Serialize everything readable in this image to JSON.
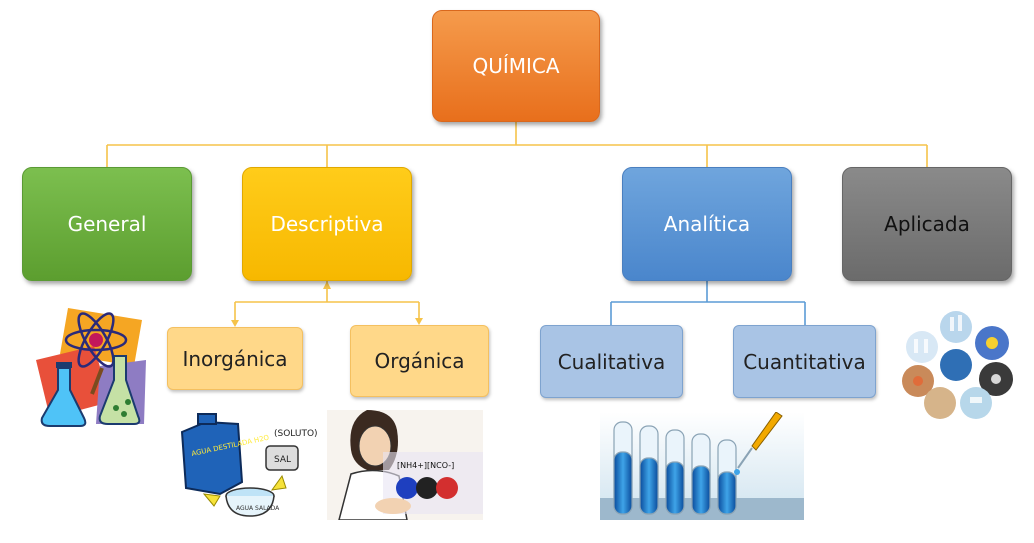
{
  "root": {
    "label": "QUÍMICA"
  },
  "branches": [
    {
      "label": "General"
    },
    {
      "label": "Descriptiva"
    },
    {
      "label": "Analítica"
    },
    {
      "label": "Aplicada"
    }
  ],
  "descriptiva_children": [
    {
      "label": "Inorgánica"
    },
    {
      "label": "Orgánica"
    }
  ],
  "analitica_children": [
    {
      "label": "Cualitativa"
    },
    {
      "label": "Cuantitativa"
    }
  ],
  "illustrations": {
    "jug_label": "AGUA DESTILADA H2O",
    "soluto_label": "(SOLUTO)",
    "sal_label": "SAL",
    "bowl_label": "AGUA SALADA",
    "formula_label": "[NH4+][NCO-]"
  },
  "colors": {
    "root": "#ed7d31",
    "general": "#70ad47",
    "descriptiva": "#ffc000",
    "analitica": "#5b9bd5",
    "aplicada": "#7f7f7f",
    "connector_yellow": "#f5c34a",
    "connector_blue": "#5b9bd5"
  }
}
